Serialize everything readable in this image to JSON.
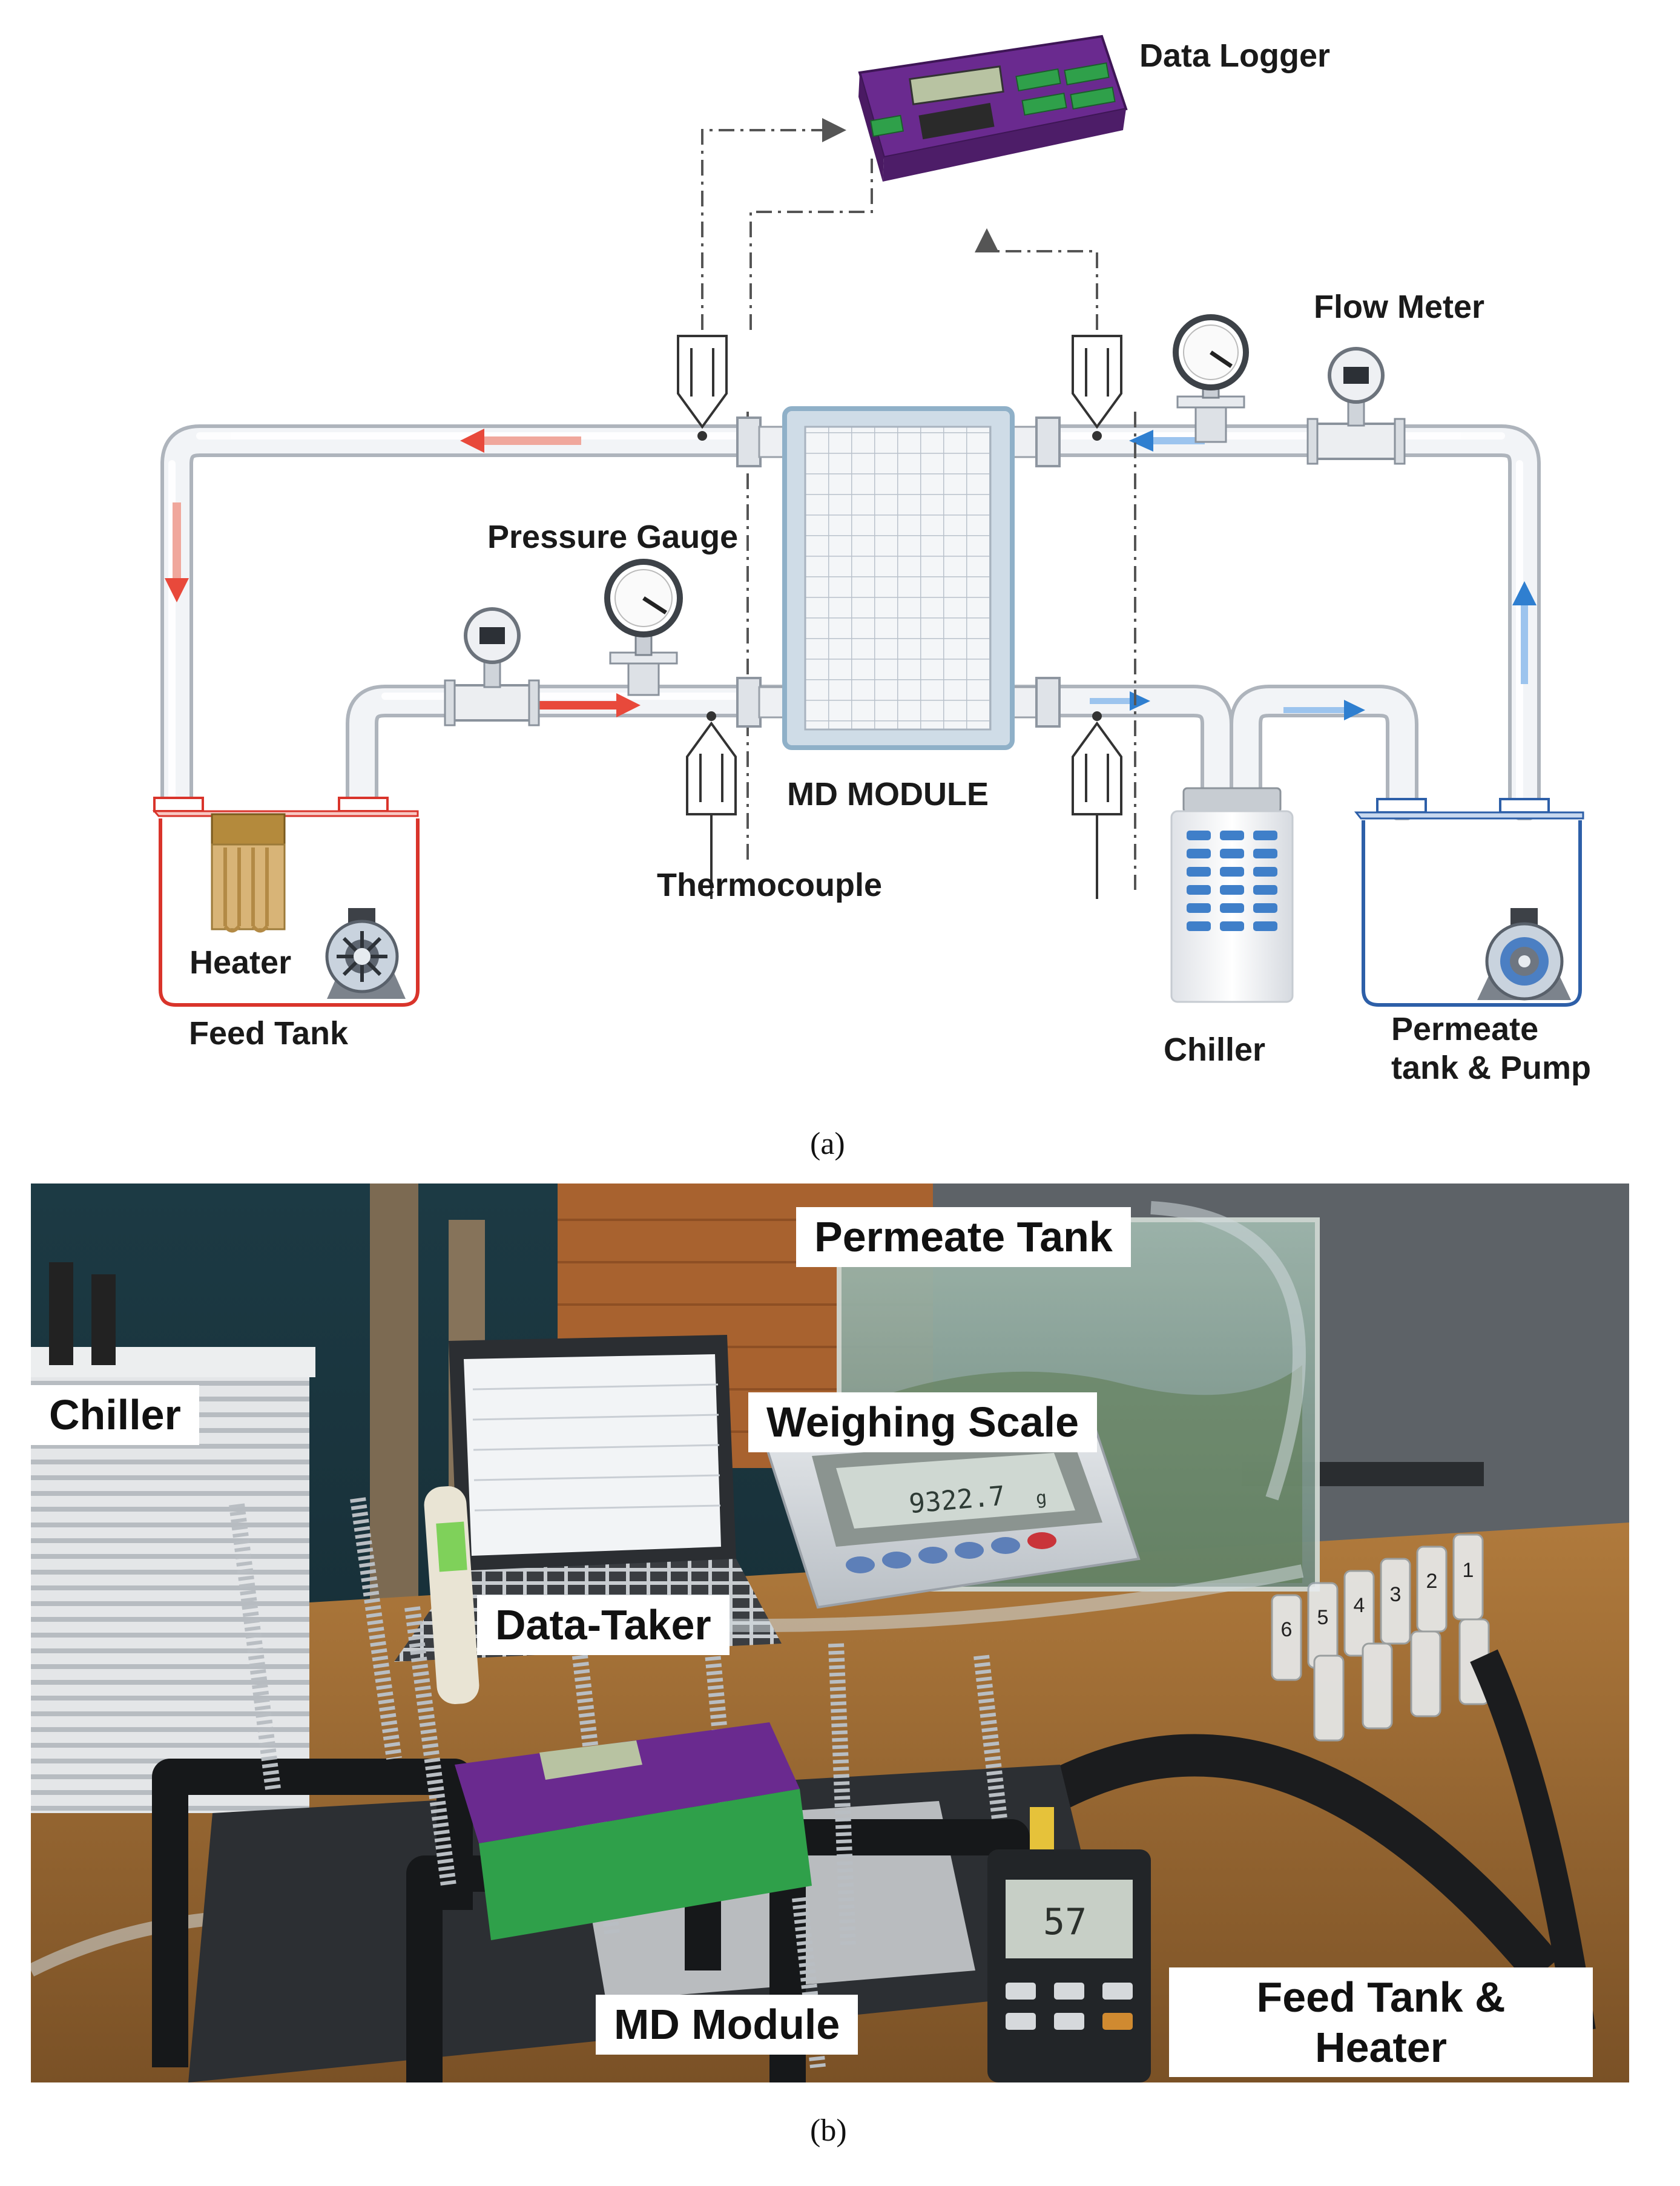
{
  "schematic": {
    "labels": {
      "data_logger": "Data Logger",
      "flow_meter": "Flow Meter",
      "pressure_gauge": "Pressure Gauge",
      "md_module": "MD MODULE",
      "thermocouple": "Thermocouple",
      "heater": "Heater",
      "feed_tank": "Feed Tank",
      "chiller": "Chiller",
      "permeate_line1": "Permeate",
      "permeate_line2": "tank & Pump"
    },
    "colors": {
      "hot_stream": "#e8493b",
      "cold_stream": "#2f7fd0",
      "feed_tank_outline": "#d9342b",
      "permeate_tank_outline": "#2d5fa8",
      "data_logger_body": "#6a2a8f",
      "pipe": "#e6e9ee"
    }
  },
  "captions": {
    "a": "(a)",
    "b": "(b)"
  },
  "photo": {
    "labels": {
      "permeate_tank": "Permeate Tank",
      "chiller": "Chiller",
      "weighing_scale": "Weighing Scale",
      "data_taker": "Data-Taker",
      "md_module": "MD Module",
      "feed_line1": "Feed Tank &",
      "feed_line2": "Heater"
    },
    "displays": {
      "scale": "9322.7",
      "scale_unit": "g",
      "thermometer": "57"
    },
    "vials": [
      "1",
      "2",
      "3",
      "4",
      "5",
      "6"
    ]
  }
}
